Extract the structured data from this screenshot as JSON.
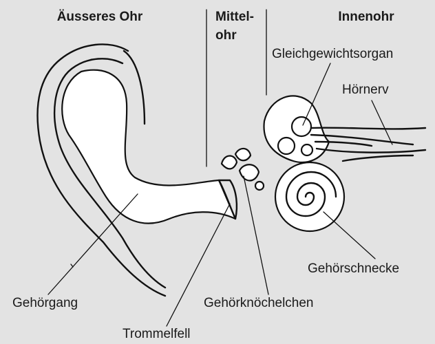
{
  "sections": {
    "outer_ear": "Äusseres Ohr",
    "middle_ear_line1": "Mittel-",
    "middle_ear_line2": "ohr",
    "inner_ear": "Innenohr"
  },
  "labels": {
    "balance_organ": "Gleichgewichtsorgan",
    "auditory_nerve": "Hörnerv",
    "cochlea": "Gehörschnecke",
    "ear_canal": "Gehörgang",
    "ossicles": "Gehörknöchelchen",
    "eardrum": "Trommelfell"
  },
  "colors": {
    "background": "#e3e3e3",
    "fill": "#ffffff",
    "line": "#111111"
  }
}
